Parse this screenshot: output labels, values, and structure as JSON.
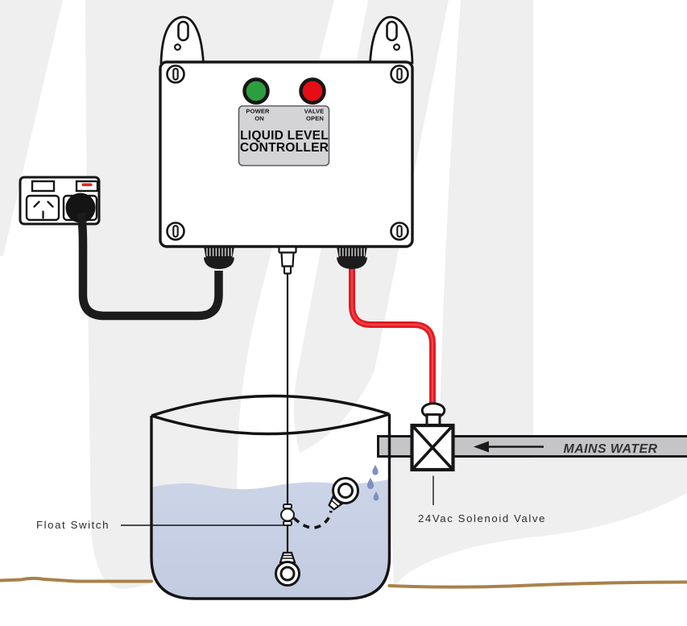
{
  "controller": {
    "power_indicator": {
      "line1": "POWER",
      "line2": "ON"
    },
    "valve_indicator": {
      "line1": "VALVE",
      "line2": "OPEN"
    },
    "plate": {
      "title_line1": "LIQUID LEVEL",
      "title_line2": "CONTROLLER"
    }
  },
  "pipe": {
    "label": "MAINS WATER",
    "flow_direction": "left"
  },
  "annotations": {
    "float_switch": "Float Switch",
    "solenoid_valve": "24Vac Solenoid Valve"
  },
  "colors": {
    "power_led": "#2d9e3e",
    "valve_led": "#e70d15",
    "red_cable": "#e21b22",
    "switch_indicator": "#e8251c",
    "water": "#c6cfe3",
    "pipe_gray": "#c5c5c7",
    "label_plate_gray": "#d4d4d6",
    "ground_brown": "#a9814a",
    "watermark_gray": "#efefef",
    "outline_black": "#161616"
  }
}
